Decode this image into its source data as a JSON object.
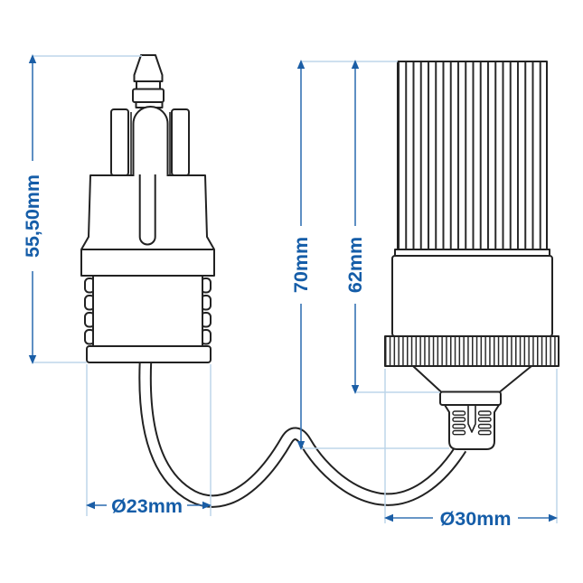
{
  "diagram": {
    "title": "adapter-plug-to-lighter-socket-dimension-drawing",
    "dimensions": {
      "plug_height": "55,50mm",
      "socket_total_height": "70mm",
      "socket_body_height": "62mm",
      "plug_diameter": "Ø23mm",
      "socket_diameter": "Ø30mm"
    },
    "colors": {
      "dimension_text": "#155da8",
      "dimension_line": "#3673b4",
      "extension_line": "#bdd5ea",
      "arrow": "#1b5ea6",
      "outline": "#222222",
      "background": "#ffffff"
    }
  }
}
